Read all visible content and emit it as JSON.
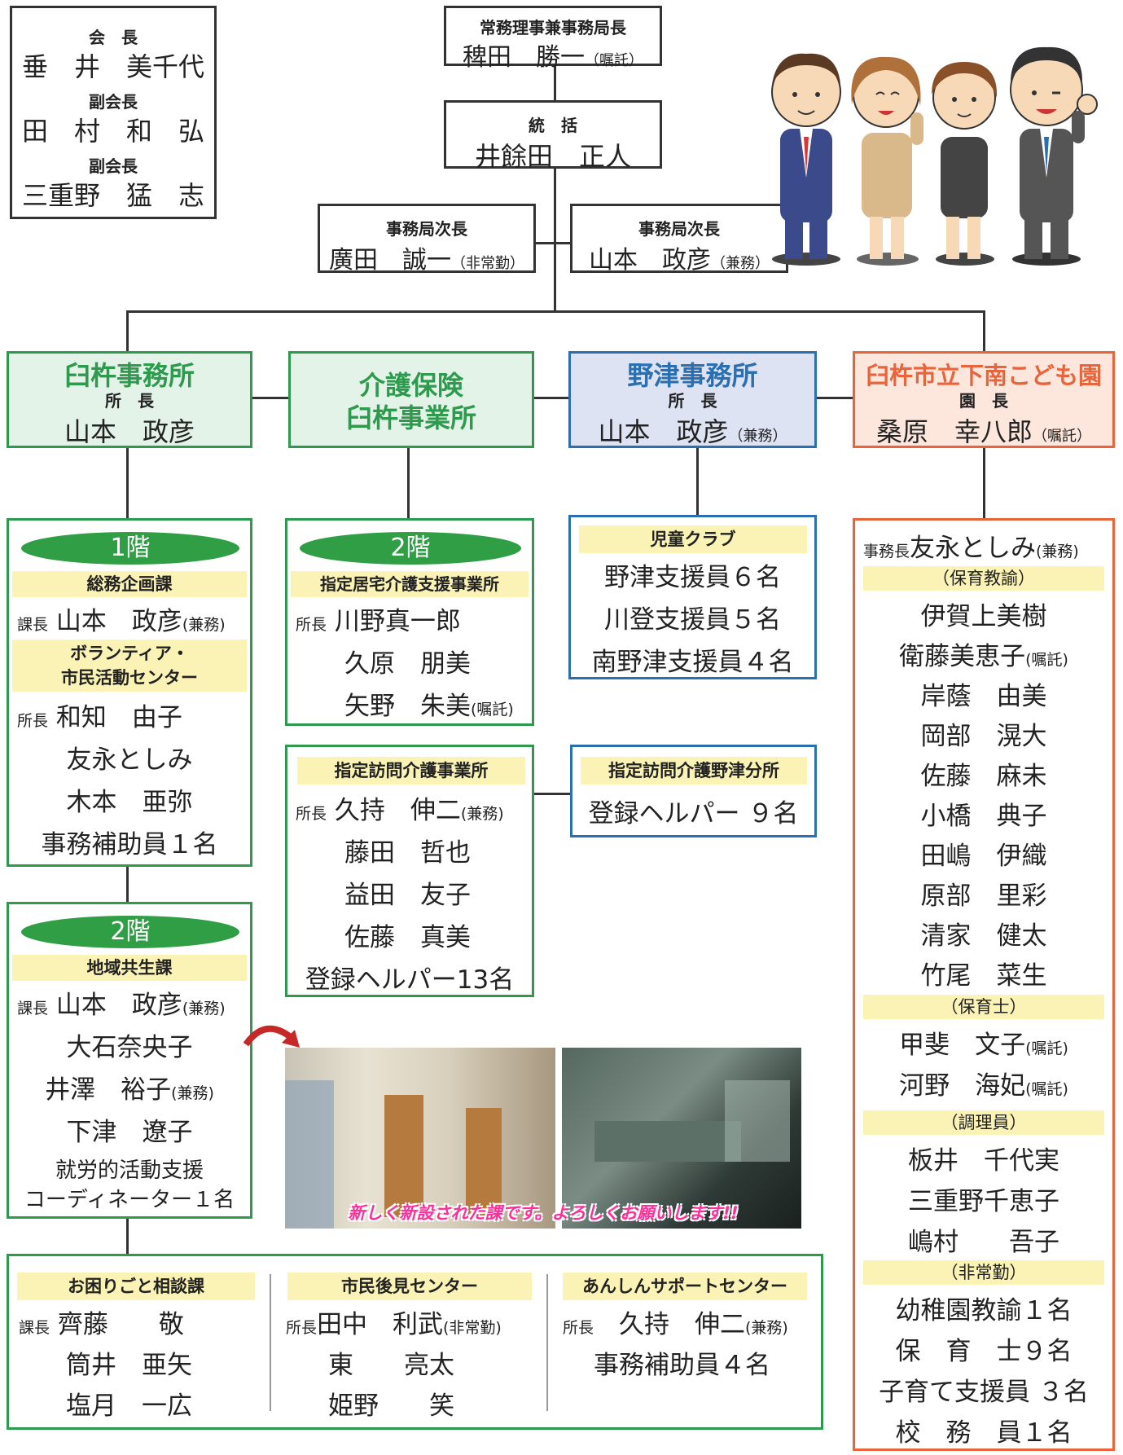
{
  "colors": {
    "green": "#2e9a4e",
    "blue": "#2a6fb0",
    "orange": "#e8643a",
    "lightgreen": "#e4f3e8",
    "lightblue": "#dde3f3",
    "lightorange": "#fde6dc",
    "yellow": "#fbf2b5"
  },
  "officers": {
    "chair_title": "会　長",
    "chair_name": "垂　井　美千代",
    "vice1_title": "副会長",
    "vice1_name": "田　村　和　弘",
    "vice2_title": "副会長",
    "vice2_name": "三重野　猛　志"
  },
  "director": {
    "title": "常務理事兼事務局長",
    "name": "稗田　勝一",
    "note": "（嘱託）"
  },
  "general": {
    "title": "統　括",
    "name": "井餘田　正人"
  },
  "deputy1": {
    "title": "事務局次長",
    "name": "廣田　誠一",
    "note": "（非常勤）"
  },
  "deputy2": {
    "title": "事務局次長",
    "name": "山本　政彦",
    "note": "（兼務）"
  },
  "usuki_office": {
    "title": "臼杵事務所",
    "role": "所　長",
    "name": "山本　政彦"
  },
  "kaigo_office": {
    "title1": "介護保険",
    "title2": "臼杵事業所"
  },
  "notsu_office": {
    "title": "野津事務所",
    "role": "所　長",
    "name": "山本　政彦",
    "note": "（兼務）"
  },
  "kodomoen": {
    "title": "臼杵市立下南こども園",
    "role": "園　長",
    "name": "桑原　幸八郎",
    "note": "（嘱託）"
  },
  "floor1": {
    "floor": "1階",
    "dept1": "総務企画課",
    "dept1_pre": "課長",
    "dept1_head": "山本　政彦",
    "dept1_note": "(兼務)",
    "dept2_line1": "ボランティア・",
    "dept2_line2": "市民活動センター",
    "dept2_pre": "所長",
    "dept2_head": "和知　由子",
    "staff": [
      "友永としみ",
      "木本　亜弥",
      "事務補助員１名"
    ]
  },
  "floor2_left": {
    "floor": "2階",
    "dept": "地域共生課",
    "pre": "課長",
    "head": "山本　政彦",
    "head_note": "(兼務)",
    "staff1": "大石奈央子",
    "staff2": "井澤　裕子",
    "staff2_note": "(兼務)",
    "staff3": "下津　遼子",
    "coord1": "就労的活動支援",
    "coord2": "コーディネーター１名"
  },
  "floor2_kaigo": {
    "floor": "2階",
    "dept": "指定居宅介護支援事業所",
    "pre": "所長",
    "head": "川野真一郎",
    "staff1": "久原　朋美",
    "staff2": "矢野　朱美",
    "staff2_note": "(嘱託)"
  },
  "houmon": {
    "dept": "指定訪問介護事業所",
    "pre": "所長",
    "head": "久持　伸二",
    "head_note": "(兼務)",
    "staff": [
      "藤田　哲也",
      "益田　友子",
      "佐藤　真美",
      "登録ヘルパー13名"
    ]
  },
  "jido": {
    "title": "児童クラブ",
    "staff": [
      "野津支援員６名",
      "川登支援員５名",
      "南野津支援員４名"
    ]
  },
  "notsu_branch": {
    "title": "指定訪問介護野津分所",
    "staff": "登録ヘルパー ９名"
  },
  "kodomoen_staff": {
    "jimucho_pre": "事務長",
    "jimucho": "友永としみ",
    "jimucho_note": "(兼務)",
    "sec1": "（保育教諭）",
    "teachers": [
      {
        "name": "伊賀上美樹",
        "note": ""
      },
      {
        "name": "衛藤美恵子",
        "note": "(嘱託)"
      },
      {
        "name": "岸蔭　由美",
        "note": ""
      },
      {
        "name": "岡部　滉大",
        "note": ""
      },
      {
        "name": "佐藤　麻未",
        "note": ""
      },
      {
        "name": "小橋　典子",
        "note": ""
      },
      {
        "name": "田嶋　伊織",
        "note": ""
      },
      {
        "name": "原部　里彩",
        "note": ""
      },
      {
        "name": "清家　健太",
        "note": ""
      },
      {
        "name": "竹尾　菜生",
        "note": ""
      }
    ],
    "sec2": "（保育士）",
    "nursery": [
      {
        "name": "甲斐　文子",
        "note": "(嘱託)"
      },
      {
        "name": "河野　海妃",
        "note": "(嘱託)"
      }
    ],
    "sec3": "（調理員）",
    "cooks": [
      "板井　千代実",
      "三重野千恵子",
      "嶋村　　吾子"
    ],
    "sec4": "（非常勤）",
    "parttime": [
      "幼稚園教諭１名",
      "保　育　士９名",
      "子育て支援員 ３名",
      "校　務　員１名"
    ]
  },
  "bottom": {
    "c1_title": "お困りごと相談課",
    "c1_pre": "課長",
    "c1_head": "齊藤　　敬",
    "c1_staff": [
      "筒井　亜矢",
      "塩月　一広"
    ],
    "c2_title": "市民後見センター",
    "c2_pre": "所長",
    "c2_head": "田中　利武",
    "c2_note": "(非常勤)",
    "c2_staff": [
      "東　　亮太",
      "姫野　　笑"
    ],
    "c3_title": "あんしんサポートセンター",
    "c3_pre": "所長",
    "c3_head": "久持　伸二",
    "c3_note": "(兼務)",
    "c3_staff": [
      "事務補助員４名"
    ]
  },
  "photo_caption": "新しく新設された課です。よろしくお願いします!!"
}
